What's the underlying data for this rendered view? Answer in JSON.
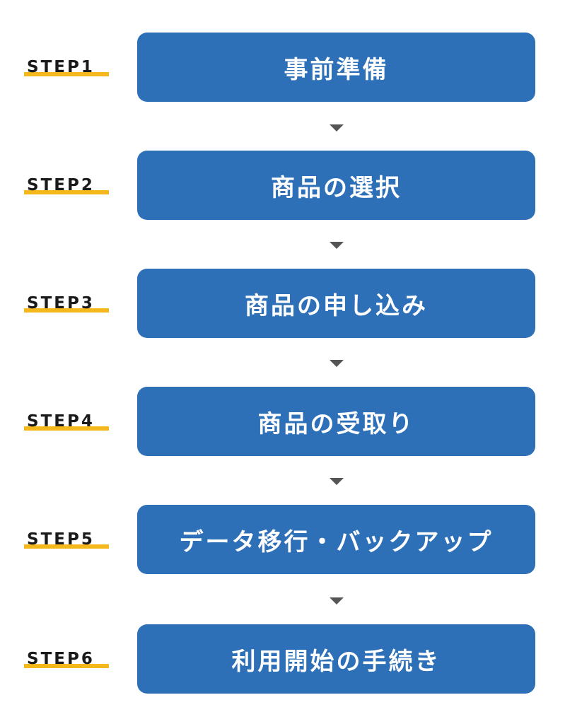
{
  "steps": [
    {
      "label": "STEP1",
      "title": "事前準備"
    },
    {
      "label": "STEP2",
      "title": "商品の選択"
    },
    {
      "label": "STEP3",
      "title": "商品の申し込み"
    },
    {
      "label": "STEP4",
      "title": "商品の受取り"
    },
    {
      "label": "STEP5",
      "title": "データ移行・バックアップ"
    },
    {
      "label": "STEP6",
      "title": "利用開始の手続き"
    }
  ],
  "colors": {
    "box": "#2e70b8",
    "underline": "#f5b81c",
    "arrow": "#555555",
    "label_text": "#1a1a1a"
  },
  "icons": {
    "connector": "down-triangle-icon"
  }
}
